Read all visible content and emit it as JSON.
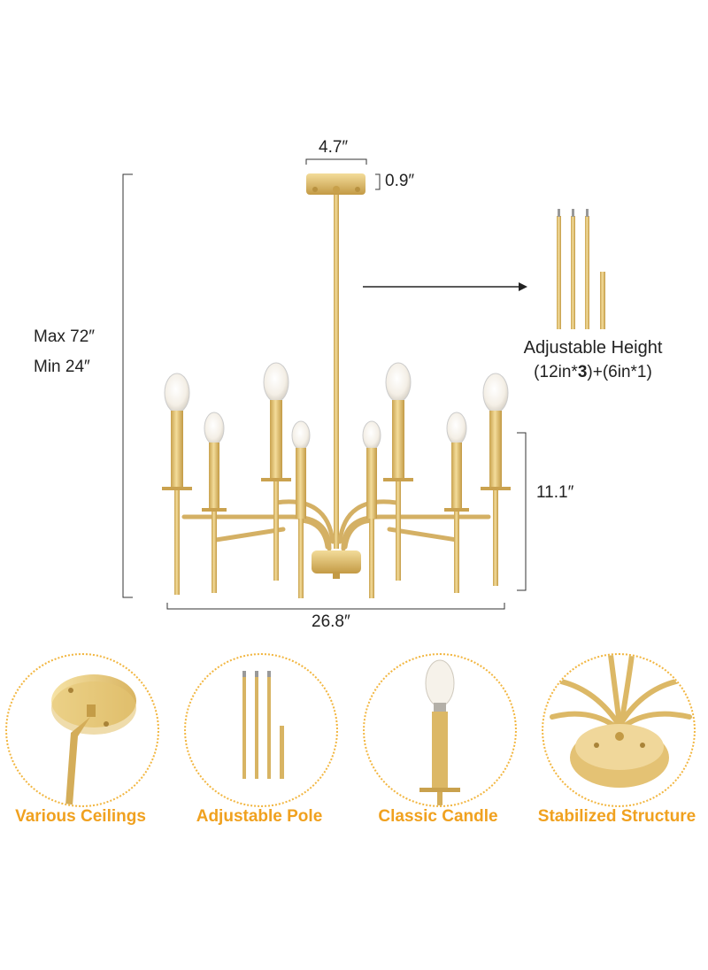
{
  "dimensions": {
    "canopy_width": "4.7″",
    "canopy_height": "0.9″",
    "max_height": "Max 72″",
    "min_height": "Min 24″",
    "body_height": "11.1″",
    "width": "26.8″"
  },
  "adjustable": {
    "title": "Adjustable Height",
    "detail_prefix": "(12in*",
    "detail_bold": "3",
    "detail_suffix": ")+(6in*1)"
  },
  "features": [
    {
      "label": "Various Ceilings"
    },
    {
      "label": "Adjustable Pole"
    },
    {
      "label": "Classic Candle"
    },
    {
      "label": "Stabilized Structure"
    }
  ],
  "colors": {
    "gold": "#e3c173",
    "accent": "#f0a11f",
    "dotted_border": "#f2b640"
  }
}
